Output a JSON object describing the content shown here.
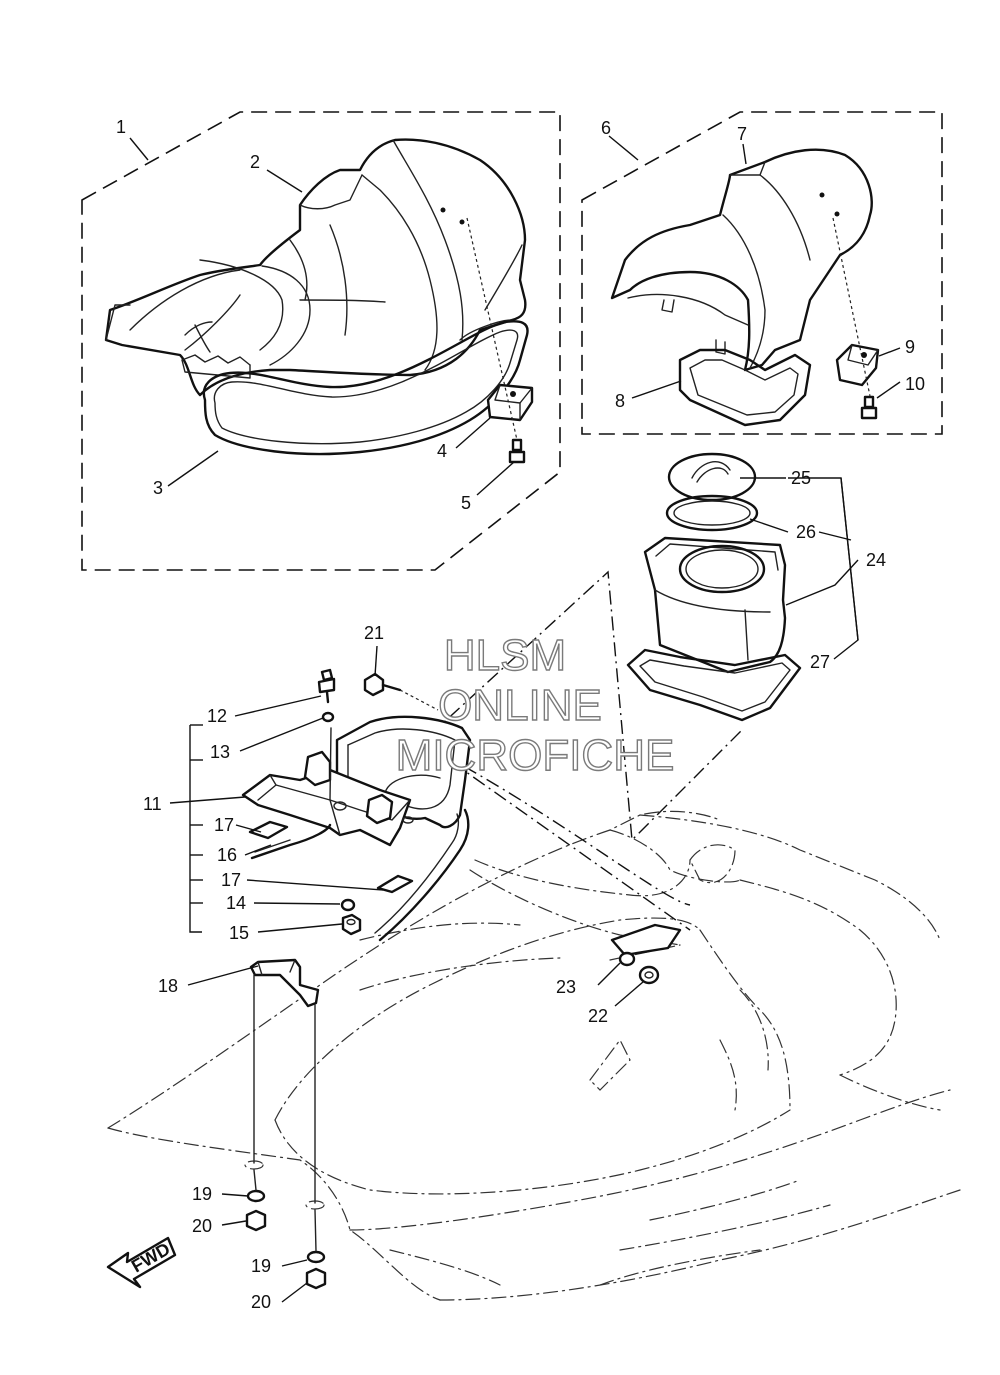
{
  "watermark": {
    "line1": "HLSM",
    "line2": "ONLINE",
    "line3": "MICROFICHE"
  },
  "fwd_label": "FWD",
  "callouts": [
    "1",
    "2",
    "3",
    "4",
    "5",
    "6",
    "7",
    "8",
    "9",
    "10",
    "11",
    "12",
    "13",
    "14",
    "15",
    "16",
    "17",
    "17",
    "18",
    "19",
    "19",
    "20",
    "20",
    "21",
    "22",
    "23",
    "24",
    "25",
    "26",
    "27"
  ]
}
